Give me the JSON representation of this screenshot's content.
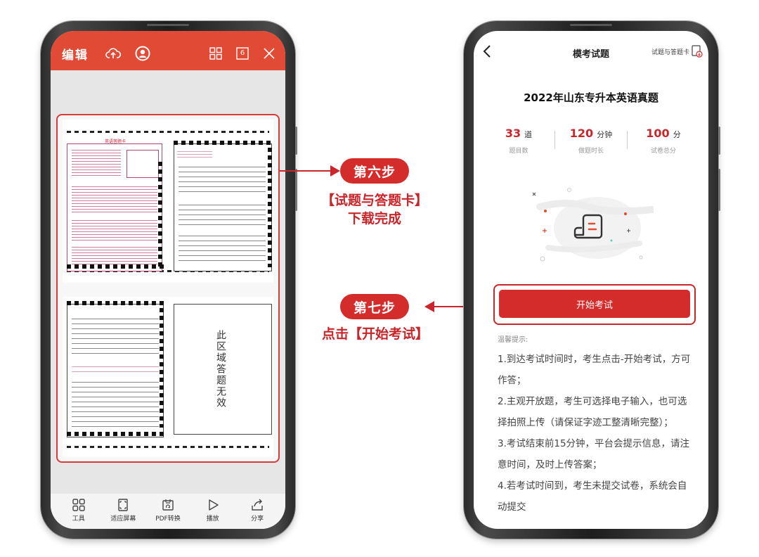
{
  "left_phone": {
    "toolbar": {
      "edit_label": "编辑",
      "page_count": "6"
    },
    "document": {
      "invalid_area_text": "此区域答题无效",
      "sheet_heading": "英语答题卡"
    },
    "bottom_tools": [
      {
        "label": "工具",
        "icon": "grid-icon"
      },
      {
        "label": "适应屏幕",
        "icon": "fit-screen-icon"
      },
      {
        "label": "PDF转换",
        "icon": "pdf-convert-icon"
      },
      {
        "label": "播放",
        "icon": "play-icon"
      },
      {
        "label": "分享",
        "icon": "share-icon"
      }
    ]
  },
  "annotations": {
    "step6_label": "第六步",
    "step6_caption_line1": "【试题与答题卡】",
    "step6_caption_line2": "下载完成",
    "step7_label": "第七步",
    "step7_caption": "点击【开始考试】"
  },
  "right_phone": {
    "header": {
      "title": "模考试题",
      "card_link": "试题与答题卡"
    },
    "exam_title": "2022年山东专升本英语真题",
    "stats": [
      {
        "value": "33",
        "unit": "道",
        "label": "题目数"
      },
      {
        "value": "120",
        "unit": "分钟",
        "label": "做题时长"
      },
      {
        "value": "100",
        "unit": "分",
        "label": "试卷总分"
      }
    ],
    "start_button": "开始考试",
    "tips_title": "温馨提示:",
    "tips": [
      "1.到达考试时间时，考生点击-开始考试，方可作答；",
      "2.主观开放题，考生可选择电子输入，也可选择拍照上传（请保证字迹工整清晰完整）；",
      "3.考试结束前15分钟，平台会提示信息，请注意时间，及时上传答案；",
      "4.若考试时间到，考生未提交试卷，系统会自动提交"
    ]
  },
  "colors": {
    "brand_red": "#d42b2b",
    "toolbar_red": "#e14a34",
    "annotation_red": "#c8262a"
  }
}
